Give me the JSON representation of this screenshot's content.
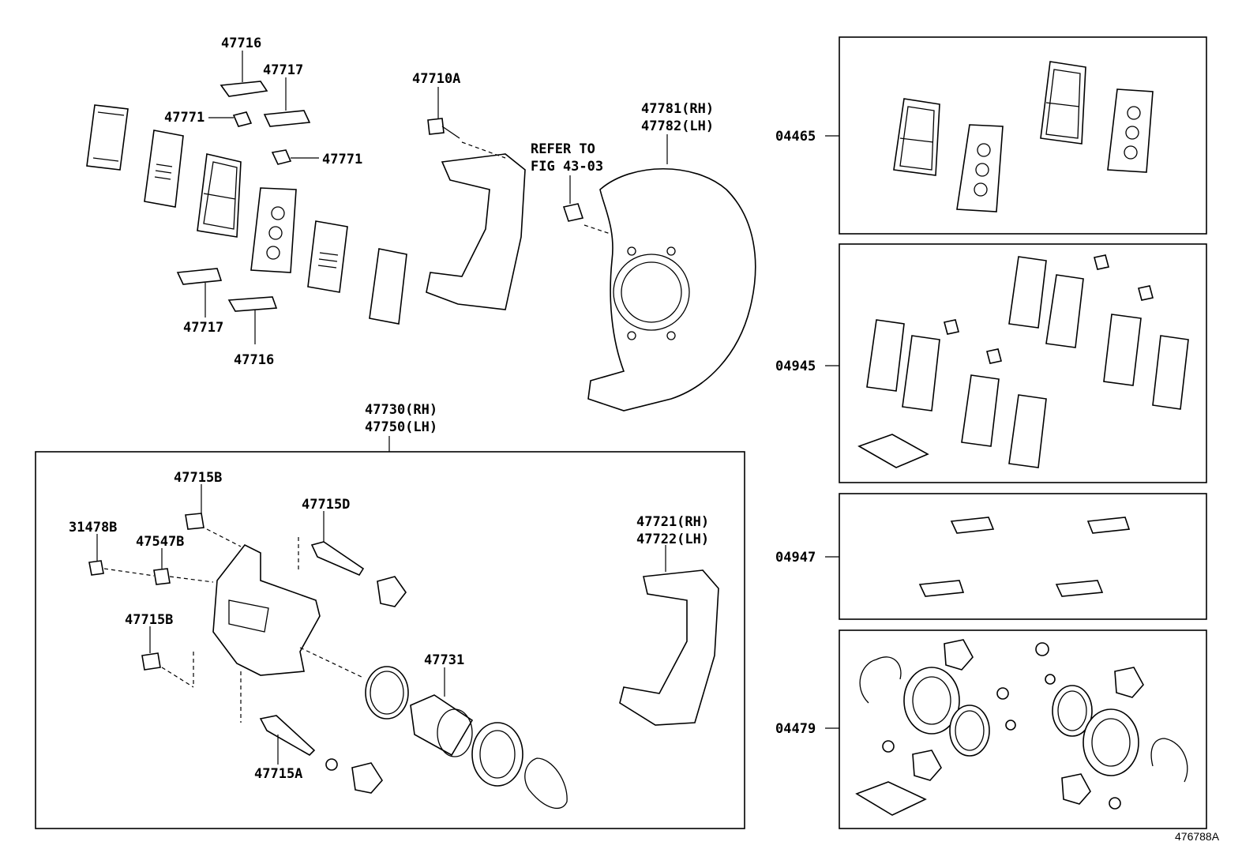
{
  "figure_id": "476788A",
  "labels": {
    "p47716_top": "47716",
    "p47717_top": "47717",
    "p47771_a": "47771",
    "p47771_b": "47771",
    "p47717_bot": "47717",
    "p47716_bot": "47716",
    "p47710A": "47710A",
    "refer_line1": "REFER TO",
    "refer_line2": "FIG 43-03",
    "p47781": "47781(RH)",
    "p47782": "47782(LH)",
    "p47730": "47730(RH)",
    "p47750": "47750(LH)",
    "p47715B_a": "47715B",
    "p47715D": "47715D",
    "p31478B": "31478B",
    "p47547B": "47547B",
    "p47715B_b": "47715B",
    "p47731": "47731",
    "p47715A": "47715A",
    "p47721": "47721(RH)",
    "p47722": "47722(LH)",
    "kit_04465": "04465",
    "kit_04945": "04945",
    "kit_04947": "04947",
    "kit_04479": "04479"
  }
}
